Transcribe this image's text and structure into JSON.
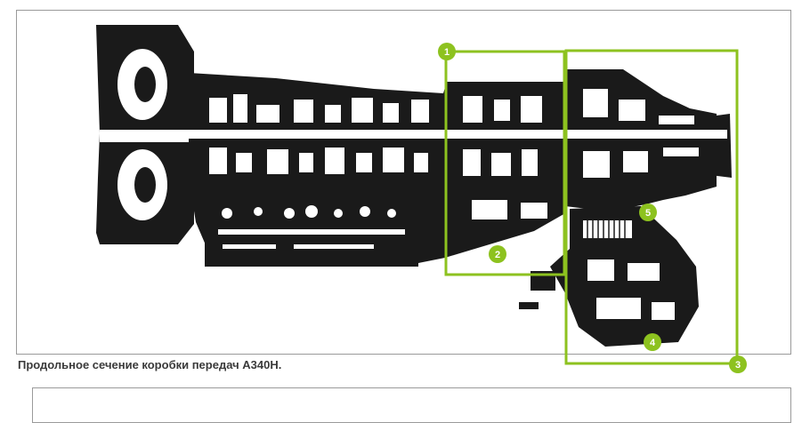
{
  "caption": "Продольное сечение коробки передач А340Н.",
  "colors": {
    "accent": "#8dc21f",
    "ink": "#1a1a1a",
    "caption": "#3a3a3a"
  },
  "markers": [
    {
      "label": "1"
    },
    {
      "label": "2"
    },
    {
      "label": "3"
    },
    {
      "label": "4"
    },
    {
      "label": "5"
    }
  ]
}
